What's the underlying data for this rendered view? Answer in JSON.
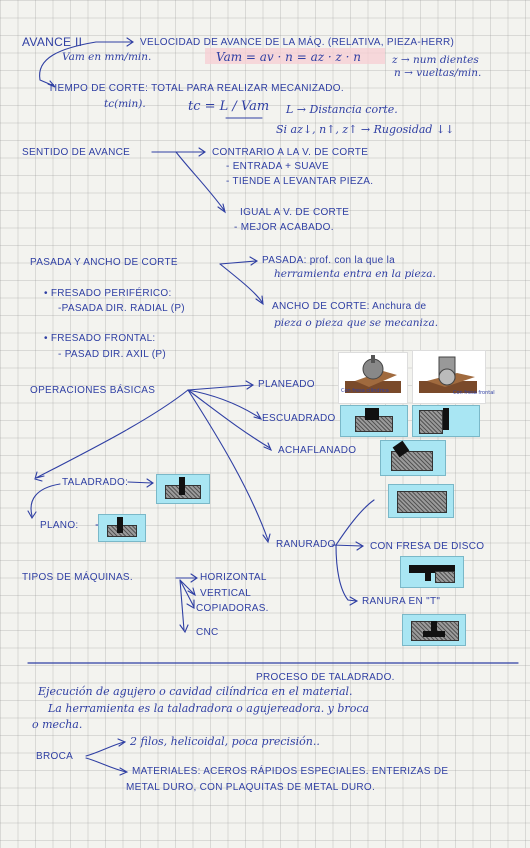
{
  "avance": {
    "title": "AVANCE II",
    "line1": "VELOCIDAD DE AVANCE DE LA MÁQ. (RELATIVA, PIEZA-HERR)",
    "vam_units": "Vam en mm/min.",
    "formula": "Vam = av · n = az · z · n",
    "z_note": "z → num dientes",
    "n_note": "n → vueltas/min."
  },
  "tiempo": {
    "line": "TIEMPO DE CORTE: TOTAL PARA REALIZAR MECANIZADO.",
    "tc_label": "tc(min).",
    "tc_formula": "tc = L / Vam",
    "L_note": "L → Distancia corte.",
    "rugosidad": "Si az↓, n↑, z↑ → Rugosidad ↓↓"
  },
  "sentido": {
    "label": "SENTIDO DE AVANCE",
    "contrario": "CONTRARIO A LA V. DE CORTE",
    "c1": "- ENTRADA + SUAVE",
    "c2": "- TIENDE A LEVANTAR PIEZA.",
    "igual": "IGUAL A V. DE CORTE",
    "i1": "- MEJOR ACABADO."
  },
  "pasada": {
    "label": "PASADA Y ANCHO DE CORTE",
    "pasada_def1": "PASADA: prof. con la que la",
    "pasada_def2": "herramienta entra en la pieza.",
    "periferico": "• FRESADO PERIFÉRICO:",
    "periferico_sub": "-PASADA DIR. RADIAL (P)",
    "ancho_def1": "ANCHO DE CORTE: Anchura de",
    "ancho_def2": "pieza o pieza que se mecaniza.",
    "frontal": "• FRESADO FRONTAL:",
    "frontal_sub": "- PASAD DIR. AXIL (P)"
  },
  "operaciones": {
    "label": "OPERACIONES BÁSICAS",
    "planeado": "PLANEADO",
    "escuadrado": "ESCUADRADO",
    "achaflanado": "ACHAFLANADO",
    "taladrado": "TALADRADO:",
    "plano": "PLANO:",
    "ranurado": "RANURADO",
    "disco": "CON FRESA DE DISCO",
    "ranura_t": "RANURA EN \"T\"",
    "photo1_caption": "Con fresa cilíndrica",
    "photo2_caption": "Con fresa frontal"
  },
  "tipos": {
    "label": "TIPOS DE MÁQUINAS.",
    "items": [
      "HORIZONTAL",
      "VERTICAL",
      "COPIADORAS.",
      "CNC"
    ]
  },
  "taladrado_proc": {
    "title": "PROCESO DE TALADRADO.",
    "p1": "Ejecución de agujero o cavidad cilíndrica en el material.",
    "p2": "La herramienta es la taladradora o agujereadora. y broca",
    "p3": "o mecha.",
    "broca": "BROCA",
    "b1": "2 filos, helicoidal, poca precisión..",
    "b2a": "MATERIALES: ACEROS RÁPIDOS ESPECIALES. ENTERIZAS DE",
    "b2b": "METAL DURO, CON PLAQUITAS DE METAL DURO."
  },
  "colors": {
    "ink": "#2f3fa3",
    "cyan": "#a9e6f3",
    "highlight": "#f7cdd3"
  }
}
